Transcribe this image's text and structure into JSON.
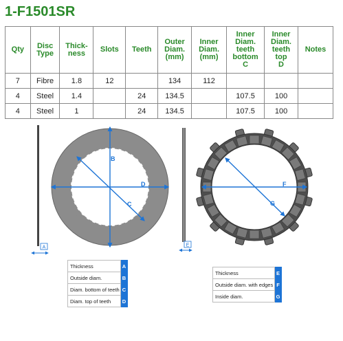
{
  "title": "1-F1501SR",
  "table": {
    "headers": [
      "Qty",
      "Disc\nType",
      "Thick-\nness",
      "Slots",
      "Teeth",
      "Outer\nDiam.\n(mm)",
      "Inner\nDiam.\n(mm)",
      "Inner\nDiam.\nteeth\nbottom\nC",
      "Inner\nDiam.\nteeth\ntop\nD",
      "Notes"
    ],
    "rows": [
      [
        "7",
        "Fibre",
        "1.8",
        "12",
        "",
        "134",
        "112",
        "",
        "",
        ""
      ],
      [
        "4",
        "Steel",
        "1.4",
        "",
        "24",
        "134.5",
        "",
        "107.5",
        "100",
        ""
      ],
      [
        "4",
        "Steel",
        "1",
        "",
        "24",
        "134.5",
        "",
        "107.5",
        "100",
        ""
      ]
    ]
  },
  "diagram": {
    "labels": {
      "a": "A",
      "b": "B",
      "c": "C",
      "d": "D",
      "e": "E",
      "f": "F",
      "g": "G"
    },
    "accent_color": "#1d74d6",
    "steel_color": "#8c8c8c",
    "fibre_color": "#555555"
  },
  "legend_steel": [
    {
      "label": "Thickness",
      "letter": "A"
    },
    {
      "label": "Outside diam.",
      "letter": "B"
    },
    {
      "label": "Diam. bottom of teeth",
      "letter": "C"
    },
    {
      "label": "Diam. top of teeth",
      "letter": "D"
    }
  ],
  "legend_fibre": [
    {
      "label": "Thickness",
      "letter": "E"
    },
    {
      "label": "Outside diam. with edges",
      "letter": "F"
    },
    {
      "label": "Inside diam.",
      "letter": "G"
    }
  ]
}
